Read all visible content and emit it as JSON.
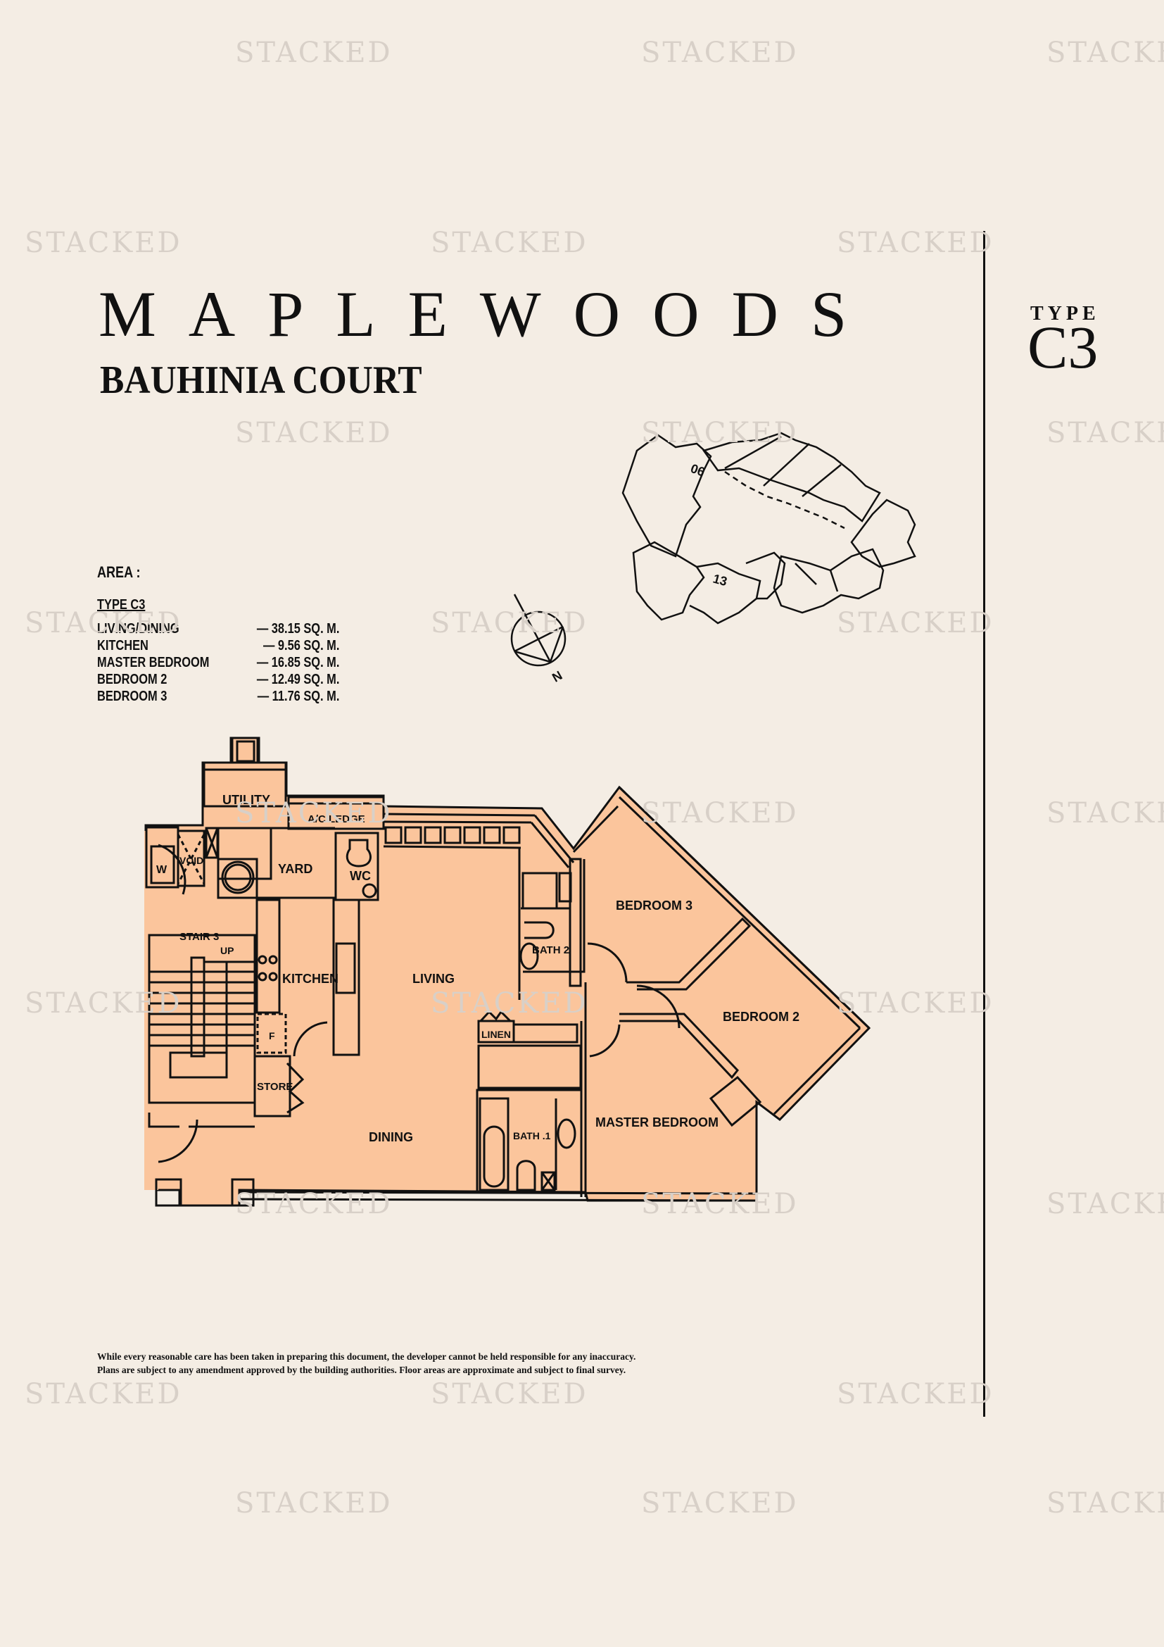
{
  "header": {
    "project_name": "MAPLEWOODS",
    "block_name": "BAUHINIA COURT",
    "type_label": "TYPE",
    "type_code": "C3"
  },
  "area_schedule": {
    "heading": "AREA :",
    "type_heading": "TYPE C3",
    "rows": [
      {
        "room": "LIVING/DINING",
        "area": "— 38.15 SQ. M."
      },
      {
        "room": "KITCHEN",
        "area": "—   9.56 SQ. M."
      },
      {
        "room": "MASTER BEDROOM",
        "area": "— 16.85 SQ. M."
      },
      {
        "room": "BEDROOM  2",
        "area": "— 12.49 SQ. M."
      },
      {
        "room": "BEDROOM  3",
        "area": "— 11.76 SQ. M."
      }
    ]
  },
  "site_plan": {
    "block_labels": [
      "06",
      "13"
    ]
  },
  "north_arrow": {
    "label": "N"
  },
  "floor_plan": {
    "rooms": {
      "utility": "UTILITY",
      "ac_ledge": "A/C LEDGE",
      "w": "W",
      "void": "VOID",
      "yard": "YARD",
      "wc": "WC",
      "stair": "STAIR 3",
      "up": "UP",
      "kitchen": "KITCHEN",
      "f": "F",
      "store": "STORE",
      "living": "LIVING",
      "dining": "DINING",
      "bath2": "BATH 2",
      "bedroom3": "BEDROOM 3",
      "bedroom2": "BEDROOM 2",
      "linen": "LINEN",
      "bath1": "BATH .1",
      "master": "MASTER BEDROOM"
    },
    "fill_color": "#fbc59c",
    "line_color": "#111111"
  },
  "disclaimer": {
    "line1": "While every reasonable care has been taken in preparing this document, the developer cannot be held responsible for any inaccuracy.",
    "line2": "Plans are subject to any amendment approved by the building authorities.  Floor areas are approximate and subject to final survey."
  },
  "watermark": {
    "text": "STACKED"
  }
}
